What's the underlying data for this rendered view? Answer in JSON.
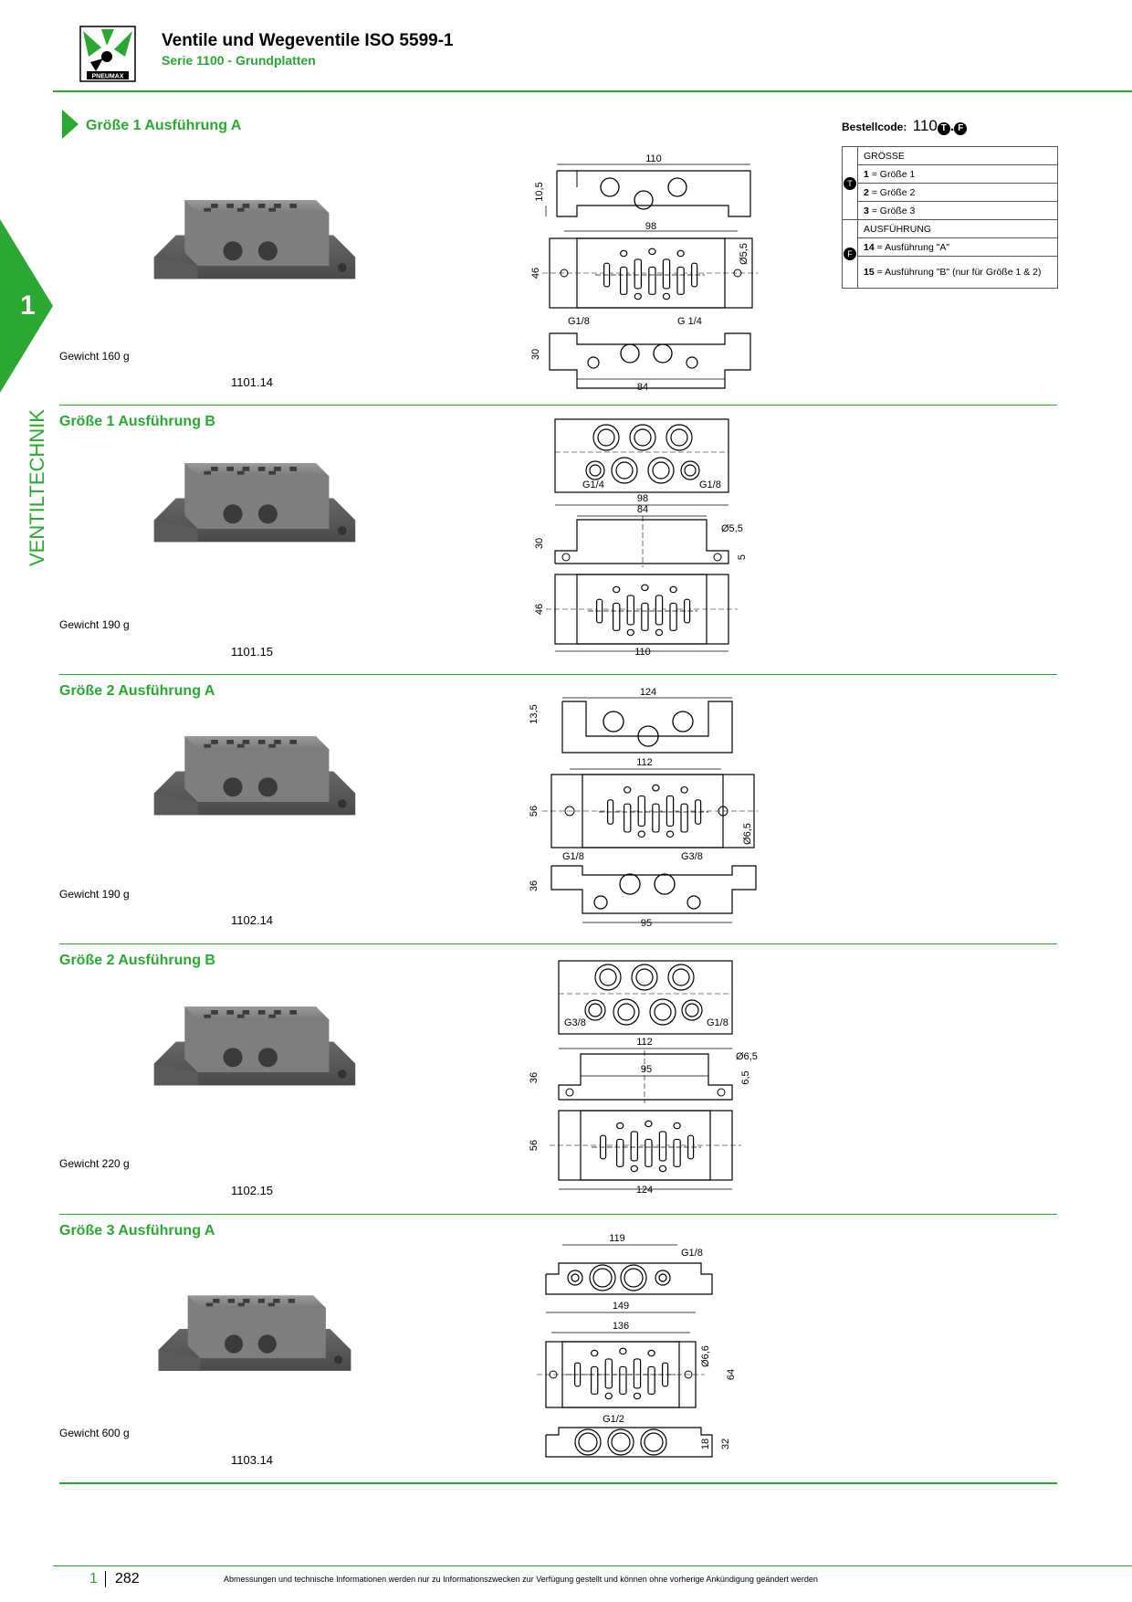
{
  "header": {
    "logo_text": "PNEUMAX",
    "title": "Ventile und Wegeventile ISO 5599-1",
    "subtitle": "Serie 1100 - Grundplatten"
  },
  "side_tab": {
    "number": "1",
    "label": "VENTILTECHNIK"
  },
  "order_code": {
    "label": "Bestellcode:",
    "code": "110",
    "marker1": "T",
    "dot": ".",
    "marker2": "F",
    "table": {
      "group1_marker": "T",
      "group1_header": "GRÖSSE",
      "group1_rows": [
        {
          "key": "1",
          "text": " = Größe 1"
        },
        {
          "key": "2",
          "text": " = Größe 2"
        },
        {
          "key": "3",
          "text": " = Größe 3"
        }
      ],
      "group2_marker": "F",
      "group2_header": "AUSFÜHRUNG",
      "group2_rows": [
        {
          "key": "14",
          "text": " = Ausführung \"A\""
        },
        {
          "key": "15",
          "text": " = Ausführung \"B\" (nur für Größe 1 & 2)"
        }
      ]
    }
  },
  "sections": [
    {
      "title": "Größe 1 Ausführung A",
      "weight": "Gewicht 160 g",
      "code": "1101.14",
      "dims": {
        "top_width": "110",
        "top_height": "10,5",
        "mid_width": "98",
        "mid_height": "46",
        "hole": "Ø5,5",
        "port_left": "G1/8",
        "port_right": "G 1/4",
        "bot_height": "30",
        "bot_width": "84"
      }
    },
    {
      "title": "Größe 1 Ausführung B",
      "weight": "Gewicht 190 g",
      "code": "1101.15",
      "dims": {
        "port_left": "G1/4",
        "port_right": "G1/8",
        "w_outer": "98",
        "w_inner": "84",
        "hole": "Ø5,5",
        "height": "30",
        "foot": "5",
        "mid_height": "46",
        "bot_width": "110"
      }
    },
    {
      "title": "Größe 2 Ausführung A",
      "weight": "Gewicht 190 g",
      "code": "1102.14",
      "dims": {
        "top_width": "124",
        "top_height": "13,5",
        "mid_width": "112",
        "mid_height": "56",
        "hole": "Ø6,5",
        "port_left": "G1/8",
        "port_right": "G3/8",
        "bot_height": "36",
        "bot_width": "95"
      }
    },
    {
      "title": "Größe 2 Ausführung B",
      "weight": "Gewicht 220 g",
      "code": "1102.15",
      "dims": {
        "port_left": "G3/8",
        "port_right": "G1/8",
        "w_outer": "112",
        "w_inner": "95",
        "hole": "Ø6,5",
        "height": "36",
        "foot": "6,5",
        "mid_height": "56",
        "bot_width": "124"
      }
    },
    {
      "title": "Größe 3 Ausführung A",
      "weight": "Gewicht 600 g",
      "code": "1103.14",
      "dims": {
        "top_width": "119",
        "port_top": "G1/8",
        "w_outer": "149",
        "w_inner": "136",
        "hole": "Ø6,6",
        "height": "64",
        "port_bot": "G1/2",
        "h1": "18",
        "h2": "32"
      }
    }
  ],
  "footer": {
    "chapter": "1",
    "page": "282",
    "note": "Abmessungen und technische Informationen werden nur zu Informationszwecken zur Verfügung gestellt und können ohne vorherige Ankündigung geändert werden"
  },
  "colors": {
    "accent": "#2aa832"
  }
}
